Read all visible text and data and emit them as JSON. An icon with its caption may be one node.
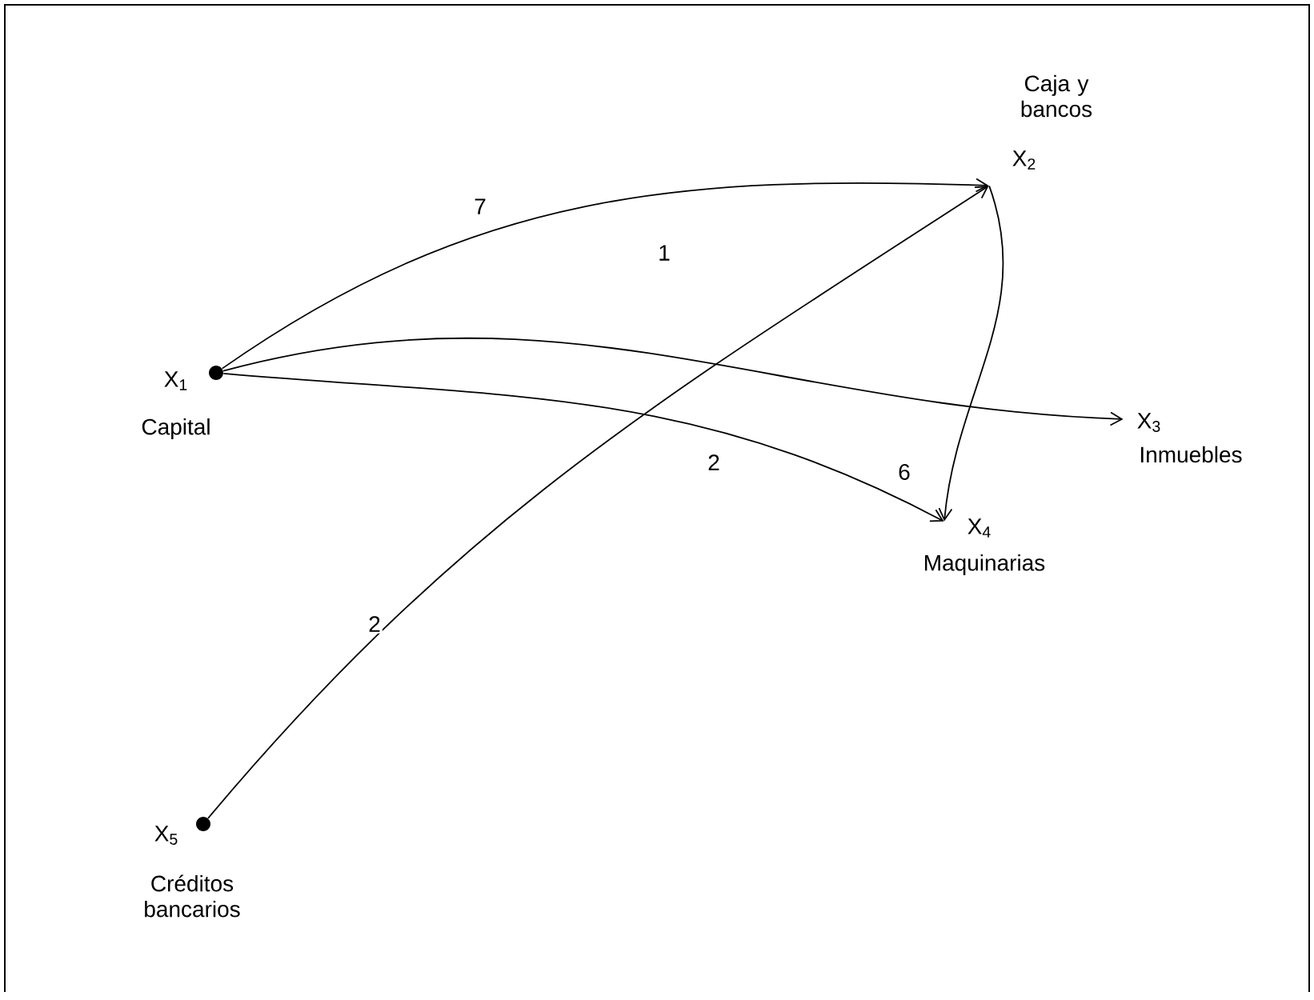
{
  "diagram": {
    "nodes": [
      {
        "text": [
          "X$_{1}$"
        ],
        "beside": [
          "Capital"
        ]
      },
      {
        "text": [
          "X$_{2}$"
        ],
        "beside": [
          "Caja y bancos"
        ]
      },
      {
        "text": [
          "X$_{3}$"
        ],
        "beside": [
          "Inmuebles"
        ]
      },
      {
        "text": [
          "X$_{4}$"
        ],
        "beside": [
          "Maquinarias"
        ]
      },
      {
        "text": [
          "X$_{5}$"
        ],
        "beside": [
          "Créditos bancarios"
        ]
      }
    ],
    "edges": [
      {
        "from": 0,
        "to": 1,
        "arrow": "to",
        "label": "7"
      },
      {
        "from": 0,
        "to": 2,
        "arrow": "to",
        "label": "1"
      },
      {
        "from": 0,
        "to": 3,
        "arrow": "to",
        "label": "2"
      },
      {
        "from": 4,
        "to": 1,
        "arrow": "to",
        "label": "2"
      },
      {
        "from": 1,
        "to": 3,
        "arrow": "to",
        "label": "6"
      }
    ]
  }
}
